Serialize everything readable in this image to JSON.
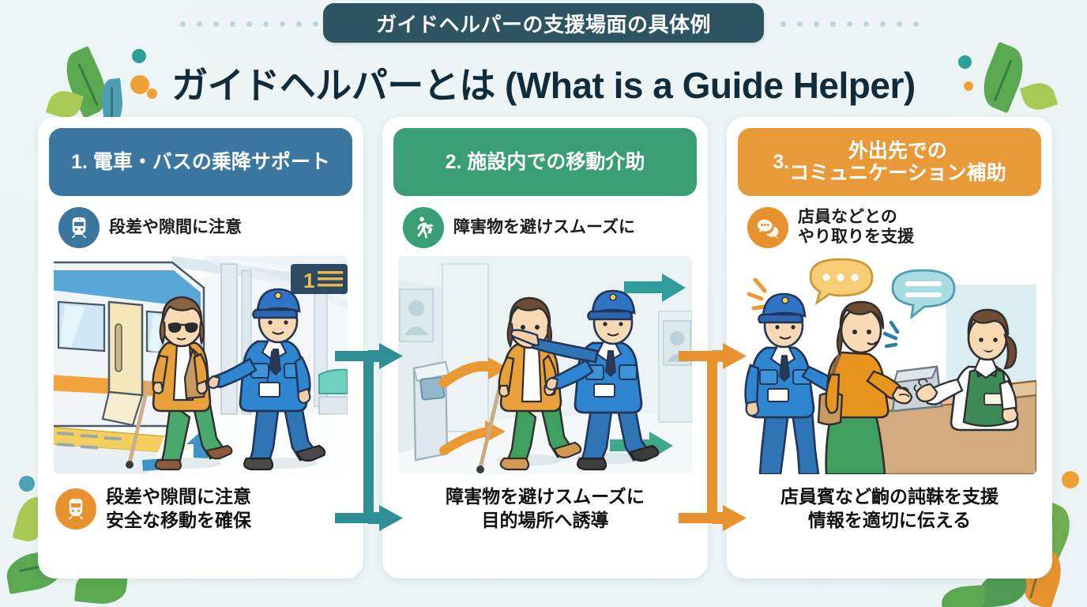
{
  "header": {
    "badge_label": "ガイドヘルパーの支援場面の具体例",
    "title": "ガイドヘルパーとは (What is a Guide Helper)"
  },
  "theme": {
    "background": "#edf4f5",
    "badge_bg": "#2c5462",
    "title_color": "#122b3a",
    "card_bg": "#ffffff",
    "blue": "#3b77a0",
    "green": "#3a9e74",
    "orange": "#e89a38",
    "teal_arrow": "#2f8e94",
    "orange_arrow": "#e8922f",
    "leaf_green": "#5aa84f",
    "leaf_light_green": "#a8ca55",
    "leaf_teal": "#4e9fb5",
    "leaf_orange": "#e8922f",
    "dot_teal": "#2f9e9b",
    "dot_orange": "#f0a134"
  },
  "cards": [
    {
      "number": "1.",
      "heading": "電車・バスの乗降サポート",
      "heading_lines": [
        "1. 電車・バスの乗降サポート"
      ],
      "accent": "#3b77a0",
      "sub_icon": "train-icon",
      "sub_icon_color": "#3b77a0",
      "sub_text": "段差や隙間に注意",
      "illustration": "station-platform-boarding-assistance",
      "foot_icon": "train-icon",
      "foot_icon_color": "#e8922f",
      "foot_lines": [
        "段差や隙間に注意",
        "安全な移動を確保"
      ]
    },
    {
      "number": "2.",
      "heading": "施設内での移動介助",
      "heading_lines": [
        "2. 施設内での移動介助"
      ],
      "accent": "#3a9e74",
      "sub_icon": "pedestrian-obstacle-icon",
      "sub_icon_color": "#3a9e74",
      "sub_text": "障害物を避けスムーズに",
      "illustration": "indoor-facility-guidance",
      "foot_icon": "none",
      "foot_icon_color": "",
      "foot_lines": [
        "障害物を避けスムーズに",
        "目的場所へ誘導"
      ]
    },
    {
      "number": "3.",
      "heading": "外出先でのコミュニケーション補助",
      "heading_lines": [
        "外出先での",
        "コミュニケーション補助"
      ],
      "accent": "#e89a38",
      "sub_icon": "chat-bubbles-icon",
      "sub_icon_color": "#e8922f",
      "sub_text_lines": [
        "店員などとの",
        "やり取りを支援"
      ],
      "illustration": "shop-counter-communication",
      "foot_icon": "none",
      "foot_icon_color": "",
      "foot_lines": [
        "店員賓など齣の訰靺を支援",
        "情報を適切に伝える"
      ]
    }
  ],
  "connectors": [
    {
      "name": "connector-1-to-2",
      "color": "#2f8e94",
      "direction": "right"
    },
    {
      "name": "connector-2-to-3",
      "color": "#e8922f",
      "direction": "right"
    }
  ],
  "illustration_details": {
    "card1": {
      "scene": "train platform",
      "people": [
        "visually-impaired-woman-with-white-cane",
        "station-staff-in-blue-uniform"
      ],
      "signage": "1",
      "elements": [
        "train-car",
        "platform-tactile-strip",
        "blue-direction-arrow",
        "station-bench"
      ]
    },
    "card2": {
      "scene": "indoor facility corridor",
      "people": [
        "visually-impaired-woman-with-white-cane",
        "helper-in-blue-uniform-pointing"
      ],
      "elements": [
        "information-kiosk",
        "orange-curved-arrow",
        "orange-arrow",
        "teal-arrow-top",
        "teal-arrow-bottom",
        "wall-posters"
      ]
    },
    "card3": {
      "scene": "shop counter",
      "people": [
        "helper-in-blue-uniform",
        "woman-customer-with-bag",
        "shop-clerk-in-green-apron"
      ],
      "elements": [
        "yellow-speech-bubble",
        "teal-speech-bubble",
        "counter",
        "register",
        "emphasis-lines"
      ]
    }
  }
}
